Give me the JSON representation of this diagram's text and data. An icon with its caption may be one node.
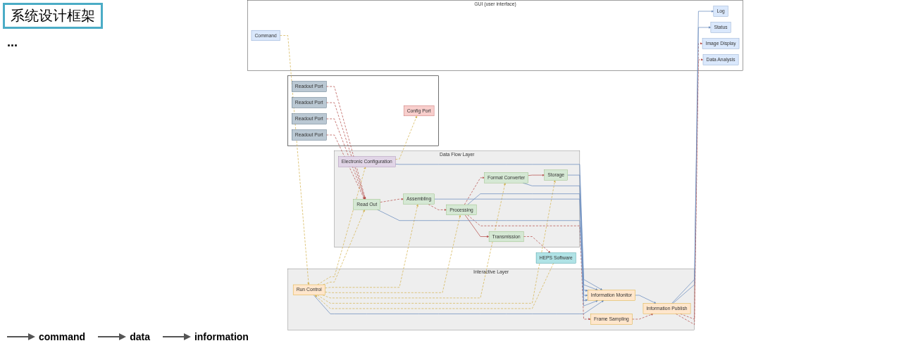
{
  "diagram": {
    "title": "系统设计框架",
    "nodes": [
      {
        "text": [
          "GUI (user interface)"
        ]
      },
      {
        "text": [
          "Command"
        ],
        "in": 0
      },
      {
        "text": [
          "Log"
        ],
        "in": 0
      },
      {
        "text": [
          "Status"
        ],
        "in": 0
      },
      {
        "text": [
          "Image Display"
        ],
        "in": 0
      },
      {
        "text": [
          "Data Analysis"
        ],
        "in": 0
      },
      {
        "text": [],
        "shape": "box"
      },
      {
        "text": [
          "Readout Port"
        ],
        "in": 6
      },
      {
        "text": [
          "Readout Port"
        ],
        "in": 6
      },
      {
        "text": [
          "Readout Port"
        ],
        "in": 6
      },
      {
        "text": [
          "Readout Port"
        ],
        "in": 6
      },
      {
        "text": [
          "Config Port"
        ],
        "in": 6
      },
      {
        "text": [
          "Interactive Layer"
        ]
      },
      {
        "text": [
          "Run Control"
        ],
        "in": 12
      },
      {
        "text": [
          "Information Monitor"
        ],
        "in": 12
      },
      {
        "text": [
          "Frame Sampling"
        ],
        "in": 12
      },
      {
        "text": [
          "Information Publish"
        ],
        "in": 12
      },
      {
        "text": [
          "Data Flow Layer"
        ]
      },
      {
        "text": [
          "Read Out"
        ],
        "in": 17
      },
      {
        "text": [
          "Assembling"
        ],
        "in": 17
      },
      {
        "text": [
          "Processing"
        ],
        "in": 17
      },
      {
        "text": [
          "Format Converter"
        ],
        "in": 17
      },
      {
        "text": [
          "Storage"
        ],
        "in": 17
      },
      {
        "text": [
          "Transmission"
        ],
        "in": 17
      },
      {
        "text": [
          "Electronic Configuration"
        ],
        "in": 17
      },
      {
        "text": [
          "HEPS Software"
        ]
      }
    ],
    "edges": [
      {
        "from": 1,
        "to": 13,
        "arrow": "to",
        "style": "dashed",
        "color": "#d6b656"
      },
      {
        "from": 25,
        "to": 13,
        "arrow": "to",
        "style": "dashed",
        "color": "#d6b656"
      },
      {
        "from": 13,
        "to": 18,
        "arrow": "to",
        "style": "dashed",
        "color": "#d6b656"
      },
      {
        "from": 13,
        "to": 19,
        "arrow": "to",
        "style": "dashed",
        "color": "#d6b656"
      },
      {
        "from": 13,
        "to": 20,
        "arrow": "to",
        "style": "dashed",
        "color": "#d6b656"
      },
      {
        "from": 13,
        "to": 21,
        "arrow": "to",
        "style": "dashed",
        "color": "#d6b656"
      },
      {
        "from": 13,
        "to": 22,
        "arrow": "to",
        "style": "dashed",
        "color": "#d6b656"
      },
      {
        "from": 13,
        "to": 24,
        "arrow": "to",
        "style": "dashed",
        "color": "#d6b656"
      },
      {
        "from": 24,
        "to": 11,
        "arrow": "to",
        "style": "dashed",
        "color": "#d6b656"
      },
      {
        "from": 7,
        "to": 18,
        "arrow": "to",
        "style": "dashed",
        "color": "#b85450"
      },
      {
        "from": 8,
        "to": 18,
        "arrow": "to",
        "style": "dashed",
        "color": "#b85450"
      },
      {
        "from": 9,
        "to": 18,
        "arrow": "to",
        "style": "dashed",
        "color": "#b85450"
      },
      {
        "from": 10,
        "to": 18,
        "arrow": "to",
        "style": "dashed",
        "color": "#b85450"
      },
      {
        "from": 18,
        "to": 19,
        "arrow": "to",
        "style": "dashed",
        "color": "#b85450"
      },
      {
        "from": 19,
        "to": 20,
        "arrow": "to",
        "style": "dashed",
        "color": "#b85450"
      },
      {
        "from": 20,
        "to": 21,
        "arrow": "to",
        "style": "dashed",
        "color": "#b85450"
      },
      {
        "from": 20,
        "to": 23,
        "arrow": "to",
        "color": "#b85450"
      },
      {
        "from": 21,
        "to": 22,
        "arrow": "to",
        "color": "#b85450"
      },
      {
        "from": 20,
        "to": 15,
        "arrow": "to",
        "style": "dashed",
        "color": "#b85450"
      },
      {
        "from": 15,
        "to": 16,
        "arrow": "to",
        "style": "dashed",
        "color": "#b85450"
      },
      {
        "from": 16,
        "to": 4,
        "arrow": "to",
        "style": "dashed",
        "color": "#b85450"
      },
      {
        "from": 16,
        "to": 5,
        "arrow": "to",
        "style": "dashed",
        "color": "#b85450"
      },
      {
        "from": 23,
        "to": 25,
        "arrow": "to",
        "style": "dashed",
        "color": "#b85450"
      },
      {
        "from": 13,
        "to": 14,
        "arrow": "to",
        "color": "#6c8ebf"
      },
      {
        "from": 14,
        "to": 16,
        "arrow": "to",
        "color": "#6c8ebf"
      },
      {
        "from": 16,
        "to": 2,
        "arrow": "to",
        "color": "#6c8ebf"
      },
      {
        "from": 16,
        "to": 3,
        "arrow": "to",
        "color": "#6c8ebf"
      },
      {
        "from": 18,
        "to": 14,
        "arrow": "to",
        "color": "#6c8ebf"
      },
      {
        "from": 19,
        "to": 14,
        "arrow": "to",
        "color": "#6c8ebf"
      },
      {
        "from": 20,
        "to": 14,
        "arrow": "to",
        "color": "#6c8ebf"
      },
      {
        "from": 21,
        "to": 14,
        "arrow": "to",
        "color": "#6c8ebf"
      },
      {
        "from": 22,
        "to": 14,
        "arrow": "to",
        "color": "#6c8ebf"
      },
      {
        "from": 24,
        "to": 14,
        "arrow": "to",
        "color": "#6c8ebf"
      }
    ],
    "labels": [
      "..."
    ],
    "legend": [
      {
        "text": "command"
      },
      {
        "text": "data"
      },
      {
        "text": "information"
      }
    ]
  }
}
